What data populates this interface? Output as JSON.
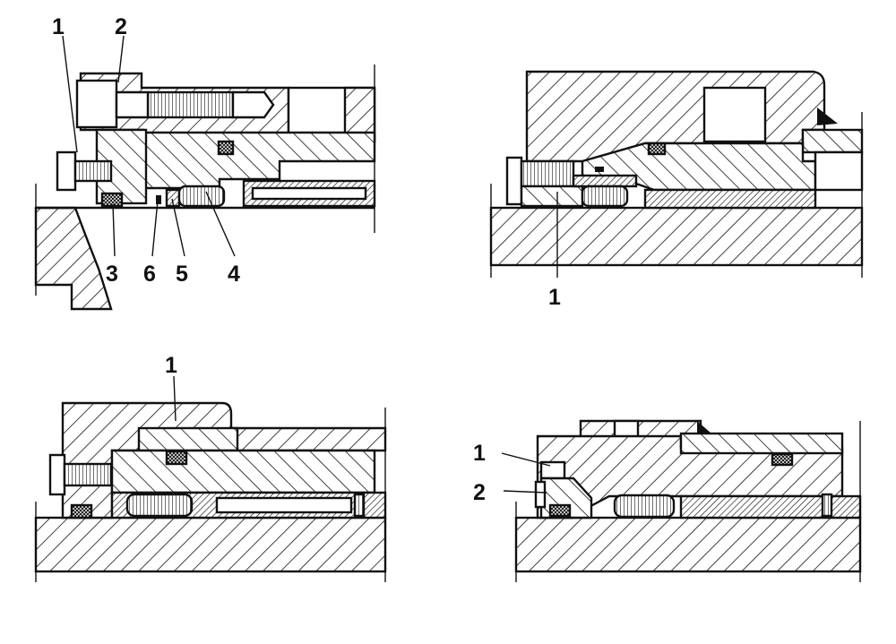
{
  "colors": {
    "ink": "#111111",
    "paper": "#ffffff"
  },
  "top_left": {
    "labels": {
      "l1": "1",
      "l2": "2",
      "l3": "3",
      "l4": "4",
      "l5": "5",
      "l6": "6"
    }
  },
  "top_right": {
    "labels": {
      "l1": "1"
    }
  },
  "bottom_left": {
    "labels": {
      "l1": "1"
    }
  },
  "bottom_right": {
    "labels": {
      "l1": "1",
      "l2": "2"
    }
  }
}
